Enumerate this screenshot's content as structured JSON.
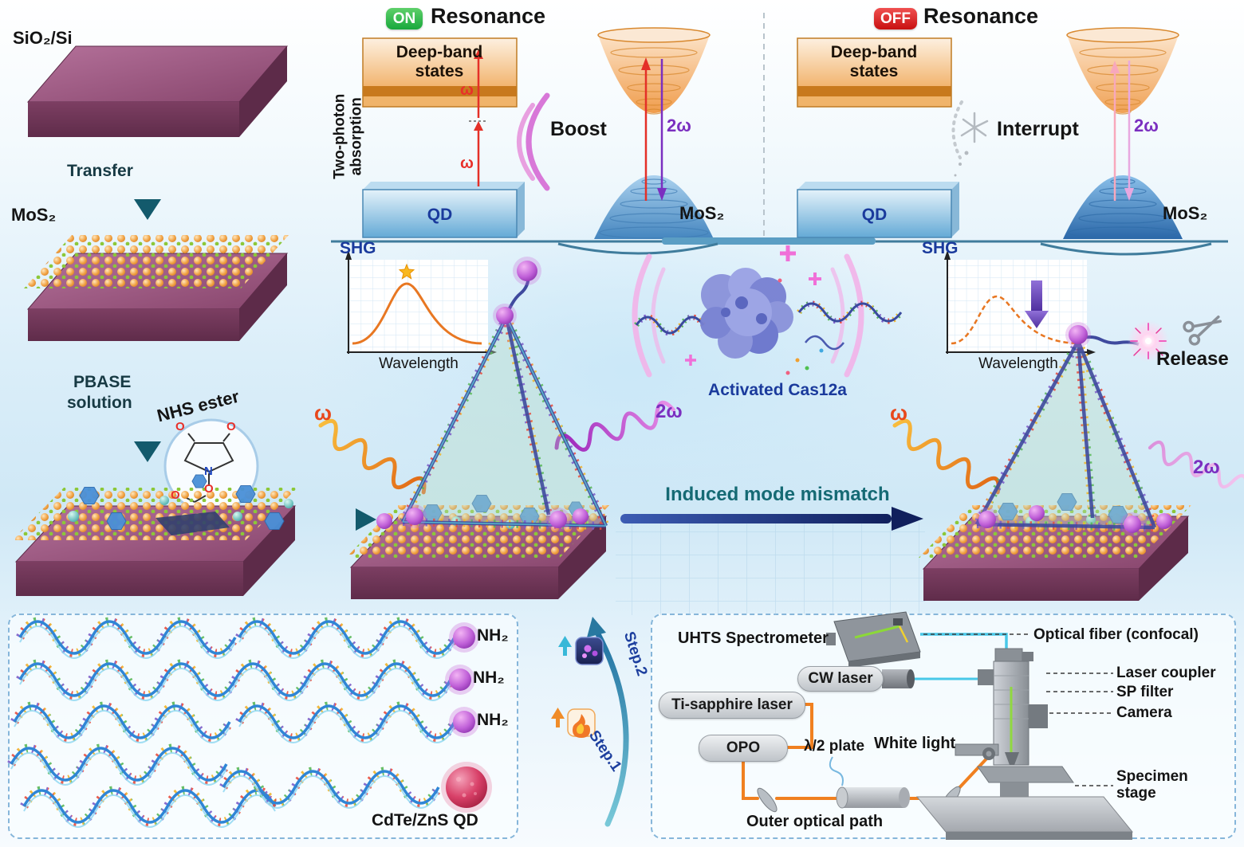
{
  "colors": {
    "on_badge": "#1fae4b",
    "off_badge": "#e02424",
    "omega": "#e8481c",
    "two_omega": "#7b2fc0",
    "signal_curve": "#e87722",
    "accent_teal": "#156a74"
  },
  "left": {
    "substrate": "SiO₂/Si",
    "transfer": "Transfer",
    "mos2": "MoS₂",
    "pbase1": "PBASE",
    "pbase2": "solution",
    "nhs": "NHS ester",
    "atoms": [
      "O",
      "O",
      "N",
      "O",
      "O"
    ]
  },
  "on_panel": {
    "badge": "ON",
    "title": "Resonance",
    "deep_band": "Deep-band states",
    "tpa": "Two-photon absorption",
    "omega_upper": "ω",
    "omega_lower": "ω",
    "qd": "QD",
    "boost": "Boost",
    "two_omega": "2ω",
    "mos2": "MoS₂"
  },
  "off_panel": {
    "badge": "OFF",
    "title": "Resonance",
    "deep_band": "Deep-band states",
    "interrupt": "Interrupt",
    "two_omega": "2ω",
    "qd": "QD",
    "mos2": "MoS₂"
  },
  "middle": {
    "shg_left": "SHG",
    "wavelength_left": "Wavelength",
    "shg_right": "SHG",
    "wavelength_right": "Wavelength",
    "cas12a": "Activated Cas12a",
    "release": "Release",
    "mismatch": "Induced mode mismatch",
    "omega_left": "ω",
    "two_omega_left": "2ω",
    "omega_right": "ω",
    "two_omega_right": "2ω"
  },
  "dna_panel": {
    "nh2": [
      "NH₂",
      "NH₂",
      "NH₂"
    ],
    "qd_label": "CdTe/ZnS QD"
  },
  "steps": {
    "step1": "Step.1",
    "step2": "Step.2"
  },
  "optics": {
    "spectrometer": "UHTS Spectrometer",
    "cw_laser": "CW laser",
    "ti_laser": "Ti-sapphire laser",
    "opo": "OPO",
    "half_wave": "λ/2 plate",
    "white_light": "White light",
    "outer_path": "Outer optical path",
    "callouts": [
      "Optical fiber (confocal)",
      "Laser coupler",
      "SP filter",
      "Camera",
      "Specimen stage"
    ]
  }
}
